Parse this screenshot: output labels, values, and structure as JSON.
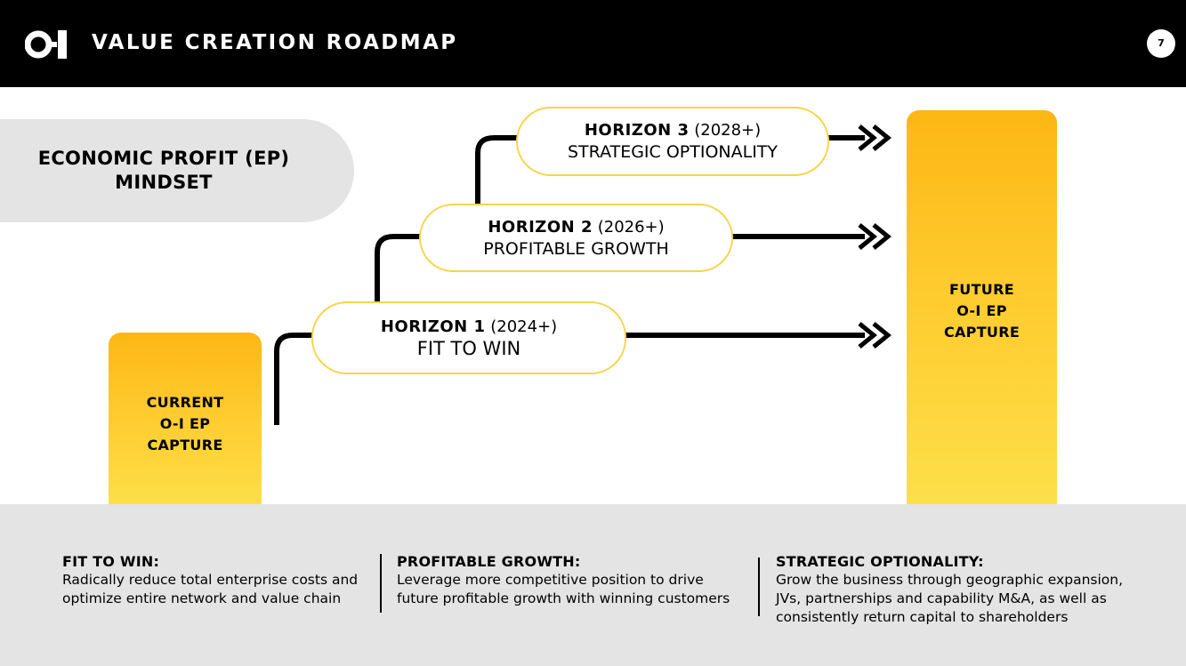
{
  "header": {
    "logo": "oi-logo",
    "title": "VALUE CREATION ROADMAP",
    "page_number": "7"
  },
  "mindset": {
    "line1": "ECONOMIC PROFIT (EP)",
    "line2": "MINDSET"
  },
  "current_bar": {
    "lines": [
      "CURRENT",
      "O-I EP",
      "CAPTURE"
    ]
  },
  "future_bar": {
    "lines": [
      "FUTURE",
      "O-I EP",
      "CAPTURE"
    ]
  },
  "horizons": [
    {
      "name": "HORIZON 1",
      "years": "(2024+)",
      "subtitle": "FIT TO WIN"
    },
    {
      "name": "HORIZON 2",
      "years": "(2026+)",
      "subtitle": "PROFITABLE GROWTH"
    },
    {
      "name": "HORIZON 3",
      "years": "(2028+)",
      "subtitle": "STRATEGIC OPTIONALITY"
    }
  ],
  "descriptions": [
    {
      "title": "FIT TO WIN:",
      "lines": [
        "Radically reduce total enterprise costs and",
        "optimize entire network and value chain"
      ]
    },
    {
      "title": "PROFITABLE GROWTH:",
      "lines": [
        "Leverage more competitive position to drive",
        "future profitable growth with winning customers"
      ]
    },
    {
      "title": "STRATEGIC OPTIONALITY:",
      "lines": [
        "Grow the business through geographic expansion,",
        "JVs, partnerships and capability M&A, as well as",
        "consistently return capital to shareholders"
      ]
    }
  ],
  "colors": {
    "accent_yellow": "#fdb714",
    "pill_border": "#f7d44c",
    "panel_grey": "#e4e4e4",
    "header_black": "#000000"
  }
}
